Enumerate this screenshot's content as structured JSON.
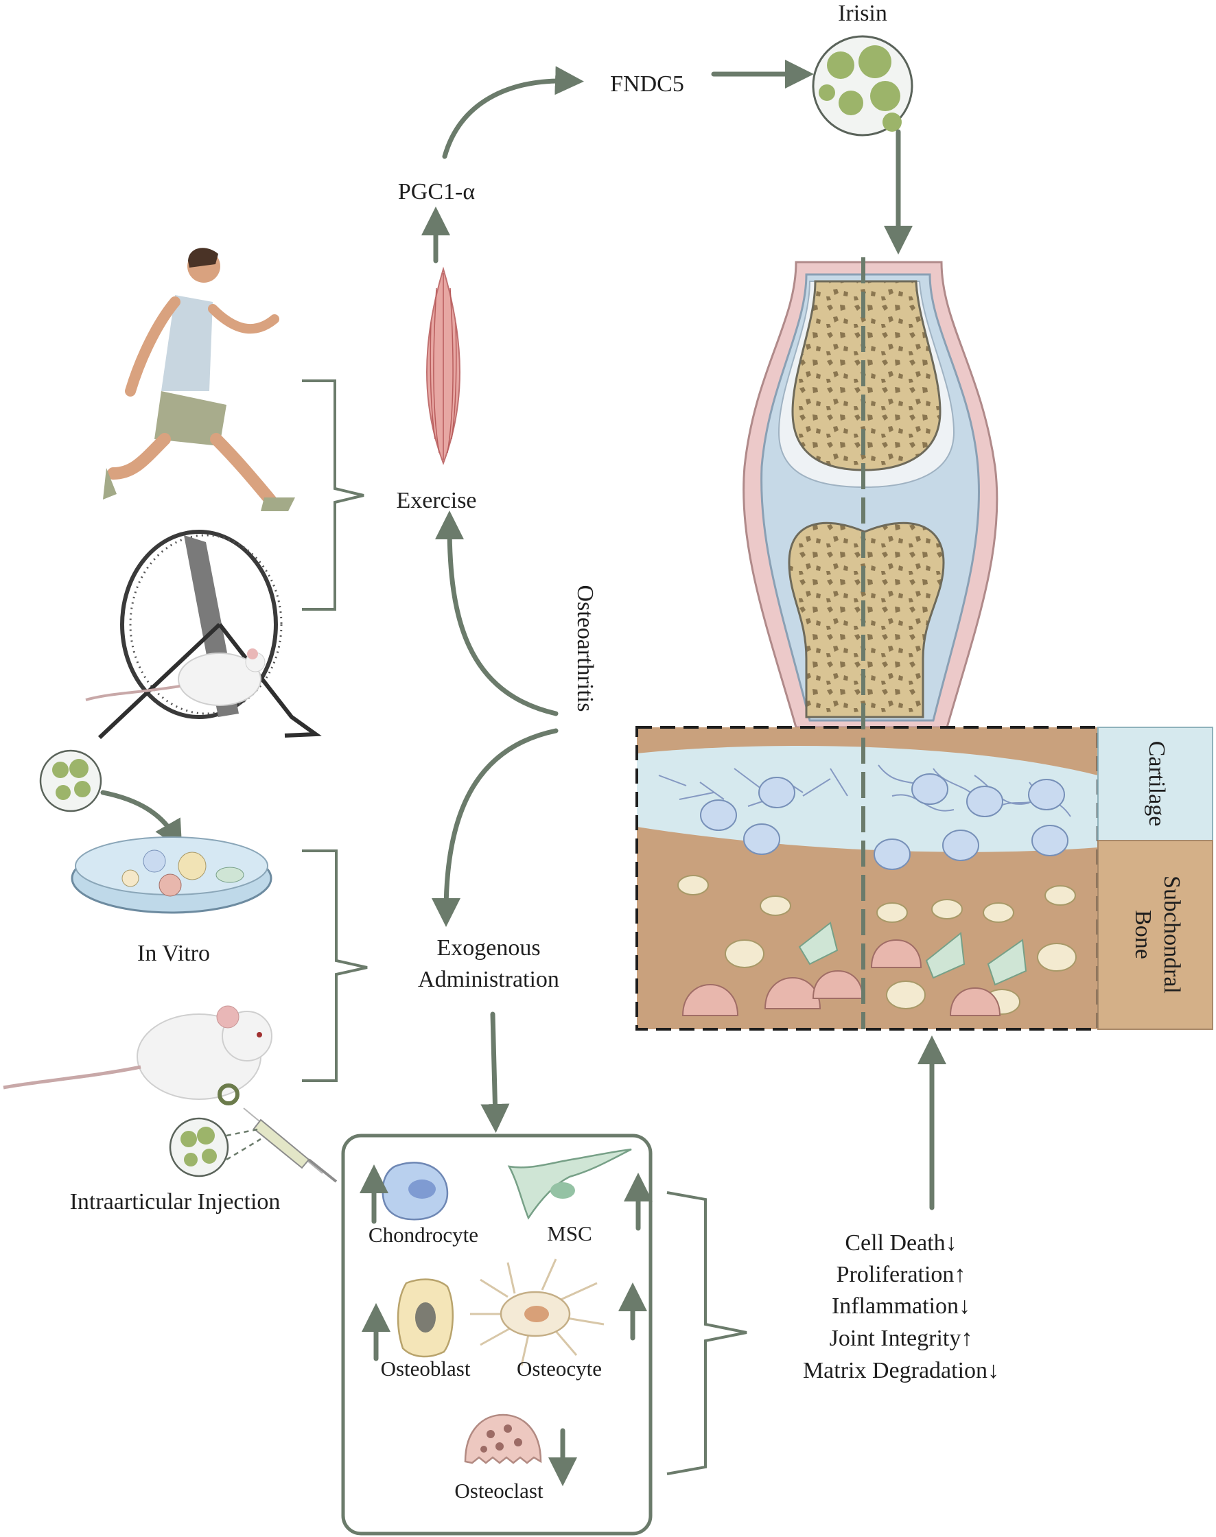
{
  "colors": {
    "arrow": "#6b7b6b",
    "irisin_green": "#9cb46a",
    "bone_tan": "#cdb583",
    "cartilage_blue": "#d6e9ee",
    "subchondral_tan": "#d4b088",
    "muscle_red": "#d98a86"
  },
  "labels": {
    "irisin": "Irisin",
    "fndc5": "FNDC5",
    "pgc1a": "PGC1-α",
    "exercise": "Exercise",
    "osteoarthritis": "Osteoarthritis",
    "exogenous_line1": "Exogenous",
    "exogenous_line2": "Administration",
    "in_vitro": "In Vitro",
    "intraarticular": "Intraarticular Injection",
    "cartilage": "Cartilage",
    "subchondral_line1": "Subchondral",
    "subchondral_line2": "Bone"
  },
  "cells": {
    "chondrocyte": "Chondrocyte",
    "msc": "MSC",
    "osteoblast": "Osteoblast",
    "osteocyte": "Osteocyte",
    "osteoclast": "Osteoclast"
  },
  "effects": [
    "Cell Death↓",
    "Proliferation↑",
    "Inflammation↓",
    "Joint Integrity↑",
    "Matrix Degradation↓"
  ]
}
